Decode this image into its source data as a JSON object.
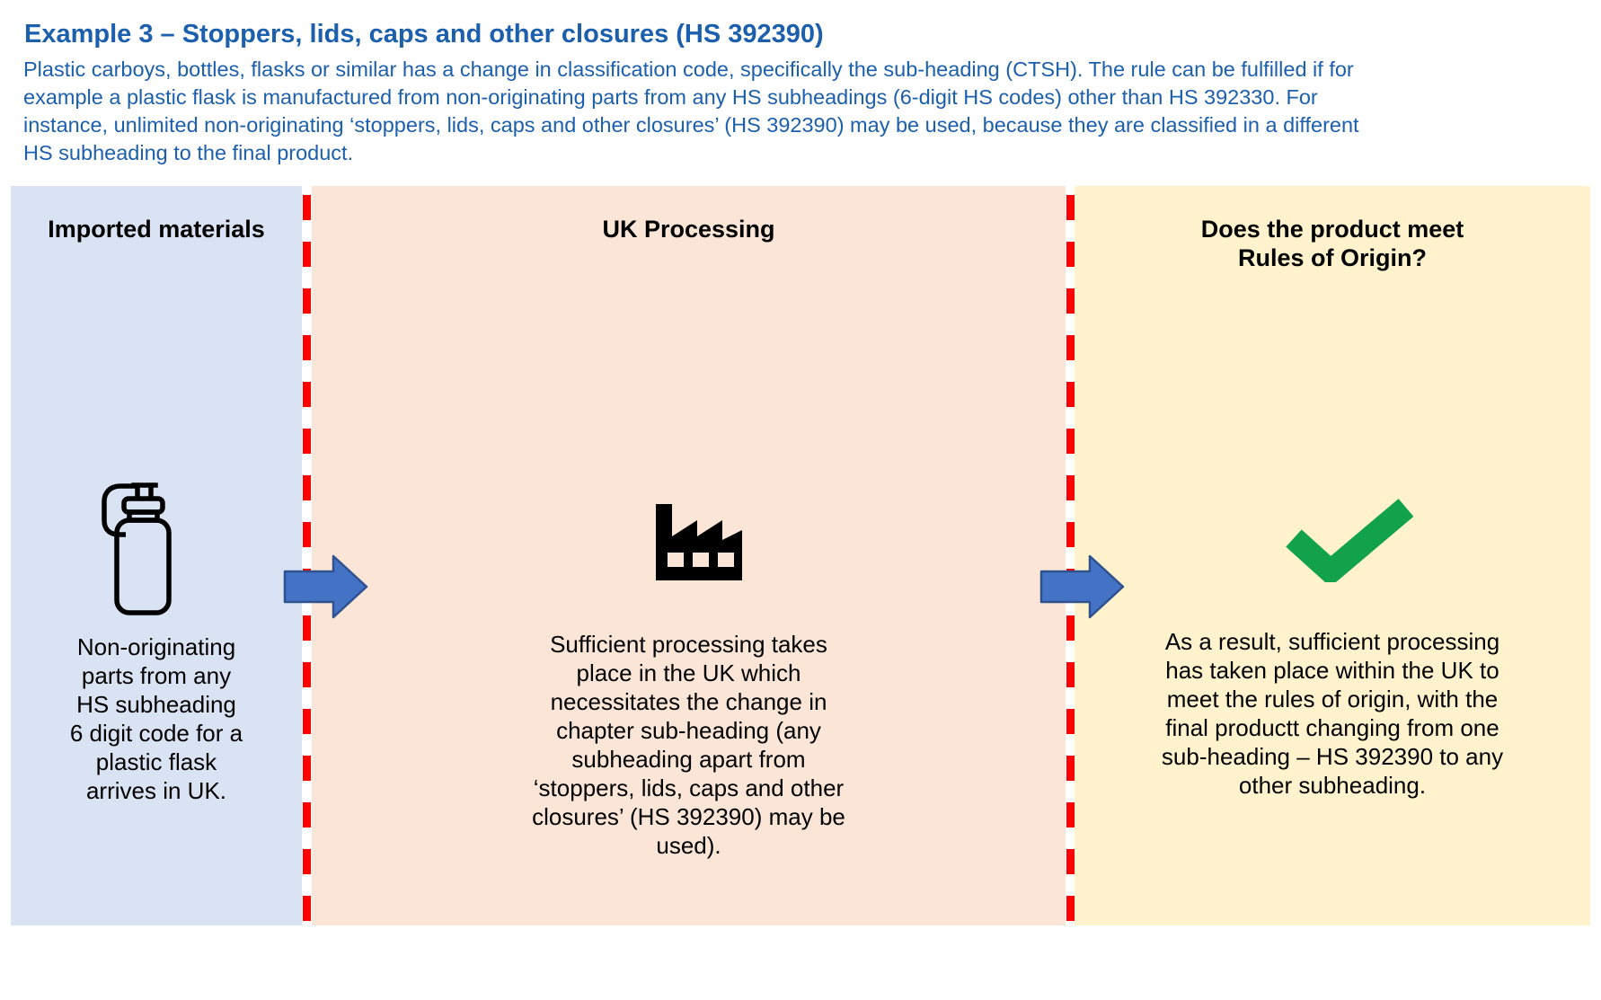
{
  "title": "Example 3 –  Stoppers, lids, caps and other closures (HS 392390)",
  "intro": "Plastic carboys, bottles, flasks or similar has a change in classification code, specifically the sub-heading (CTSH). The rule can be fulfilled if for\nexample a plastic flask is manufactured from non-originating parts from any HS subheadings (6-digit HS codes) other than HS 392330. For\ninstance, unlimited non-originating ‘stoppers, lids, caps and other closures’ (HS 392390) may be used, because they are classified in a different\nHS subheading to the final product.",
  "panels": {
    "imported": {
      "header": "Imported materials",
      "body": "Non-originating\nparts from any\nHS subheading\n6 digit code for a\nplastic flask\narrives in UK.",
      "icon": "plastic-flask-bottle-icon",
      "bg": "#DAE3F3"
    },
    "processing": {
      "header": "UK Processing",
      "body": "Sufficient processing takes\nplace in the UK which\nnecessitates the change in\nchapter sub-heading (any\nsubheading apart from\n‘stoppers, lids, caps and other\nclosures’ (HS 392390) may be\nused).",
      "icon": "factory-icon",
      "bg": "#FBE5D6"
    },
    "result": {
      "header": "Does the product meet\nRules of Origin?",
      "body": "As a result, sufficient processing\nhas taken place within the UK to\nmeet the rules of origin, with the\nfinal productt changing from one\nsub-heading – HS 392390 to any\nother subheading.",
      "icon": "green-checkmark-icon",
      "bg": "#FFF2CC"
    }
  },
  "icons": {
    "arrow": "right-arrow-icon",
    "divider": "red-dashed-divider"
  },
  "colors": {
    "heading_text": "#1C5FAC",
    "intro_text": "#1C5FAC",
    "panel_imported_bg": "#DAE3F3",
    "panel_processing_bg": "#FBE5D6",
    "panel_result_bg": "#FFF2CC",
    "divider_red": "#FF0000",
    "arrow_fill": "#4472C4",
    "arrow_border": "#2F528F",
    "check_green": "#11A24B",
    "icon_stroke": "#000000"
  }
}
